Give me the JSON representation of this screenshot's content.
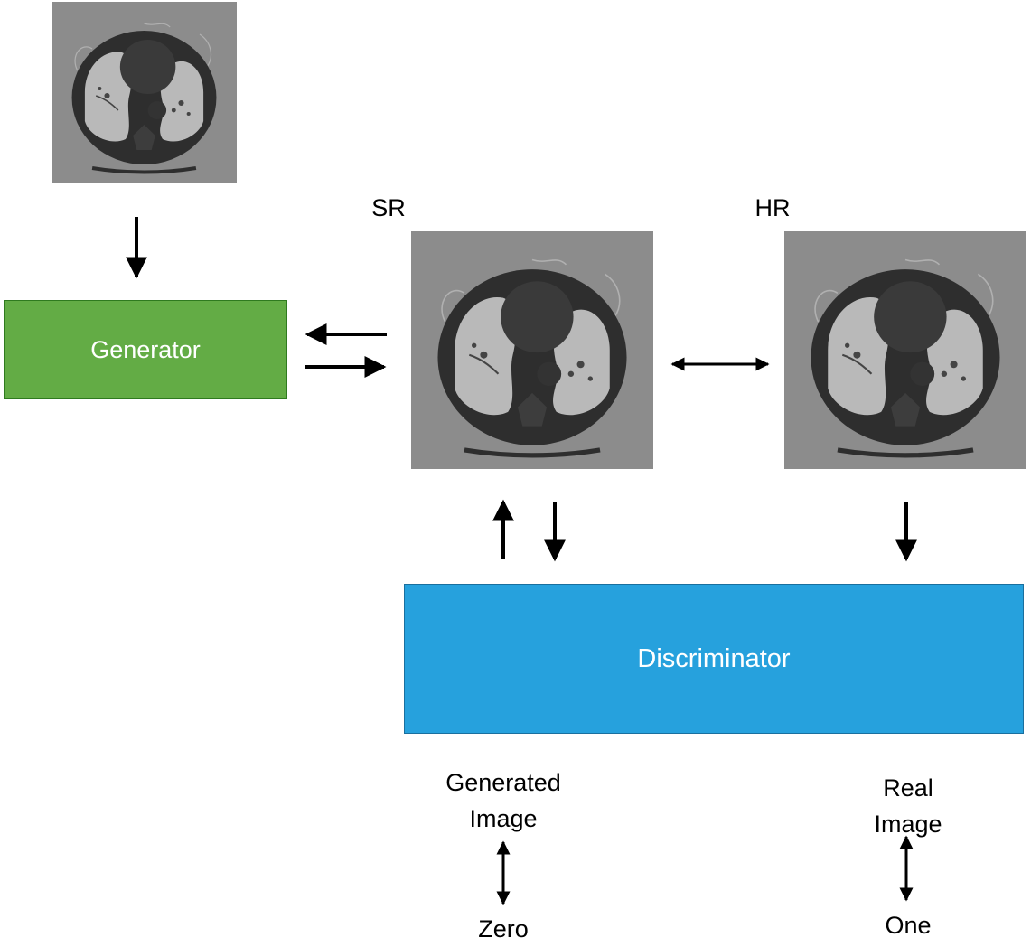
{
  "labels": {
    "sr": "SR",
    "hr": "HR",
    "generator": "Generator",
    "discriminator": "Discriminator",
    "generated_line1": "Generated",
    "generated_line2": "Image",
    "zero": "Zero",
    "real_line1": "Real",
    "real_line2": "Image",
    "one": "One"
  },
  "colors": {
    "generator_fill": "#63ac45",
    "discriminator_fill": "#26a1dd",
    "arrow": "#000000",
    "scan_background": "#8c8c8c"
  }
}
